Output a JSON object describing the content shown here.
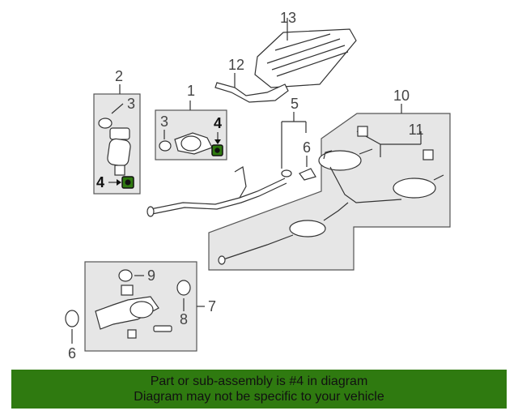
{
  "diagram": {
    "callouts": {
      "c1": "1",
      "c2": "2",
      "c3a": "3",
      "c3b": "3",
      "c4a": "4",
      "c4b": "4",
      "c5": "5",
      "c6a": "6",
      "c6b": "6",
      "c7": "7",
      "c8": "8",
      "c9": "9",
      "c10": "10",
      "c11": "11",
      "c12": "12",
      "c13": "13"
    },
    "colors": {
      "panel_fill": "#e6e6e6",
      "highlight_fill": "#2f7a10",
      "footer_bg": "#2f7a10"
    }
  },
  "footer": {
    "line1": "Part or sub-assembly is #4 in diagram",
    "line2": "Diagram may not be specific to your vehicle"
  }
}
